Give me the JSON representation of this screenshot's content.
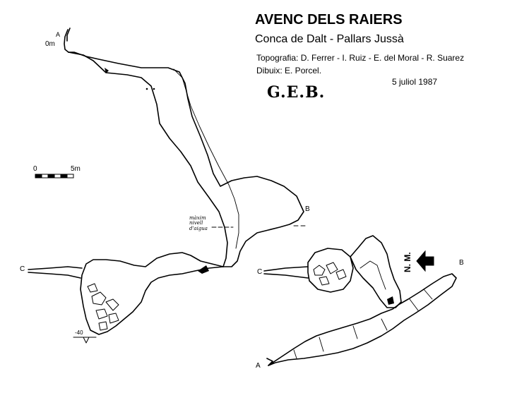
{
  "header": {
    "title": "AVENC DELS RAIERS",
    "subtitle": "Conca de Dalt - Pallars Jussà",
    "credits": "Topografia: D. Ferrer - I. Ruiz - E. del Moral - R. Suarez",
    "drawing": "Dibuix: E. Porcel.",
    "date": "5 juliol 1987",
    "club": "G.E.B."
  },
  "scale_bar": {
    "start_label": "0",
    "end_label": "5m"
  },
  "section_labels": {
    "a_top": "A",
    "zero_depth": "0m",
    "b_section": "B",
    "c_section": "C",
    "depth_bottom": "-40",
    "water_note_line1": "màxim",
    "water_note_line2": "nivell",
    "water_note_line3": "d'aigua"
  },
  "plan_labels": {
    "c_plan": "C",
    "b_plan": "B",
    "a_plan": "A",
    "north": "N. M."
  },
  "colors": {
    "ink": "#000000",
    "paper": "#ffffff",
    "hatch": "#555555"
  }
}
